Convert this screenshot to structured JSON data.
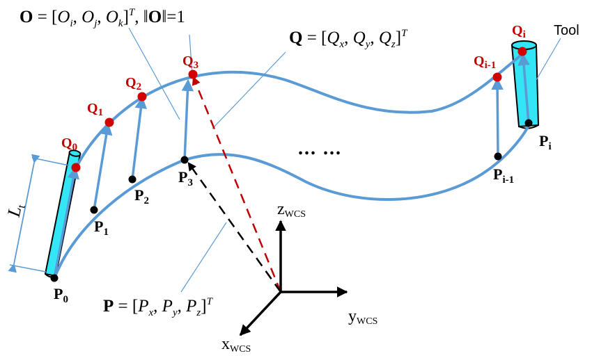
{
  "colors": {
    "curve": "#5b9bd5",
    "tool_fill": "#33e5f5",
    "point_p": "#000000",
    "point_q": "#d20000",
    "q_label": "#c00000",
    "dashed_red": "#c00000",
    "dashed_black": "#000000",
    "ellipsis": "#5b9bd5"
  },
  "equations": {
    "orientation": {
      "bold": "O",
      "lhs_eq": " = [",
      "o1": "O",
      "o1_sub": "i",
      "sep1": ", ",
      "o2": "O",
      "o2_sub": "j",
      "sep2": ", ",
      "o3": "O",
      "o3_sub": "k",
      "close": "]",
      "sup": "T",
      "norm_sep": ", ‖",
      "norm_bold": "O",
      "norm_rhs": "‖=1"
    },
    "q_vector": {
      "bold": "Q",
      "lhs_eq": " = [",
      "c1": "Q",
      "c1_sub": "x",
      "sep1": ", ",
      "c2": "Q",
      "c2_sub": "y",
      "sep2": ", ",
      "c3": "Q",
      "c3_sub": "z",
      "close": "]",
      "sup": "T"
    },
    "p_vector": {
      "bold": "P",
      "lhs_eq": " = [",
      "c1": "P",
      "c1_sub": "x",
      "sep1": ", ",
      "c2": "P",
      "c2_sub": "y",
      "sep2": ", ",
      "c3": "P",
      "c3_sub": "z",
      "close": "]",
      "sup": "T"
    }
  },
  "tool_label": "Tool",
  "tool_length": {
    "main": "L",
    "sub": "t"
  },
  "ellipsis": "... ...",
  "p_points": [
    {
      "main": "P",
      "sub": "0"
    },
    {
      "main": "P",
      "sub": "1"
    },
    {
      "main": "P",
      "sub": "2"
    },
    {
      "main": "P",
      "sub": "3"
    },
    {
      "main": "P",
      "sub": "i-1"
    },
    {
      "main": "P",
      "sub": "i"
    }
  ],
  "q_points": [
    {
      "main": "Q",
      "sub": "0"
    },
    {
      "main": "Q",
      "sub": "1"
    },
    {
      "main": "Q",
      "sub": "2"
    },
    {
      "main": "Q",
      "sub": "3"
    },
    {
      "main": "Q",
      "sub": "i-1"
    },
    {
      "main": "Q",
      "sub": "i"
    }
  ],
  "axes": {
    "z": {
      "main": "z",
      "sub": "WCS"
    },
    "y": {
      "main": "y",
      "sub": "WCS"
    },
    "x": {
      "main": "x",
      "sub": "WCS"
    }
  }
}
